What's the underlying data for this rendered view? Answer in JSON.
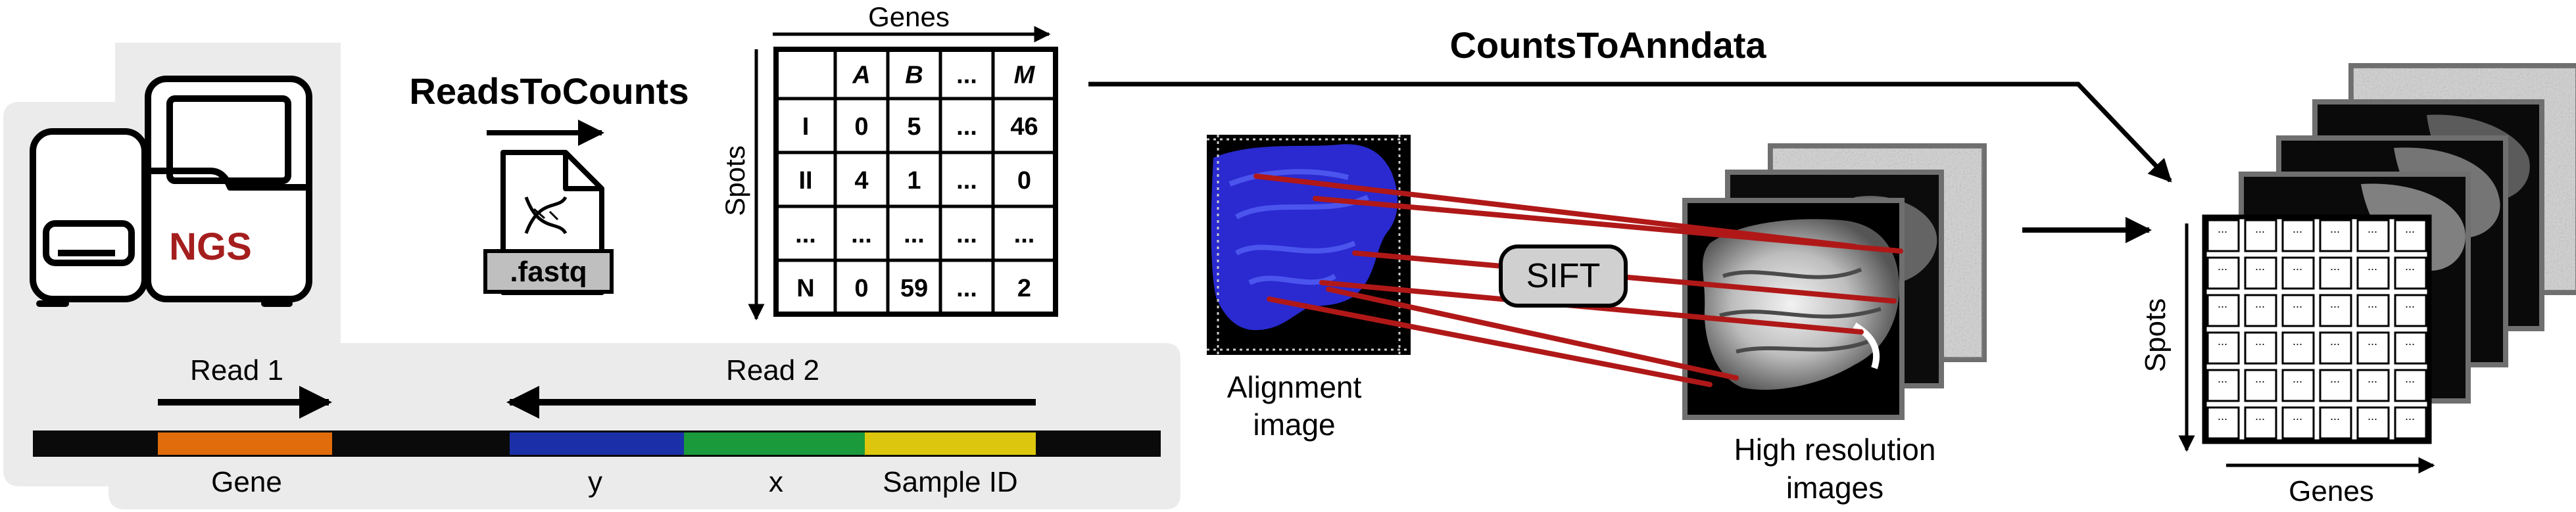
{
  "pipeline": {
    "reads_to_counts": "ReadsToCounts",
    "counts_to_anndata": "CountsToAnndata"
  },
  "sequencer": {
    "label": "NGS"
  },
  "fastq": {
    "label": ".fastq"
  },
  "reads": {
    "read1_label": "Read 1",
    "read2_label": "Read 2",
    "segments": [
      "Gene",
      "y",
      "x",
      "Sample ID"
    ]
  },
  "count_matrix": {
    "top_axis": "Genes",
    "side_axis": "Spots",
    "header": [
      "",
      "A",
      "B",
      "...",
      "M"
    ],
    "rows": [
      [
        "I",
        "0",
        "5",
        "...",
        "46"
      ],
      [
        "II",
        "4",
        "1",
        "...",
        "0"
      ],
      [
        "...",
        "...",
        "...",
        "...",
        "..."
      ],
      [
        "N",
        "0",
        "59",
        "...",
        "2"
      ]
    ]
  },
  "alignment": {
    "label_line1": "Alignment",
    "label_line2": "image"
  },
  "sift": {
    "label": "SIFT"
  },
  "high_res": {
    "label_line1": "High resolution",
    "label_line2": "images"
  },
  "anndata": {
    "side_axis": "Spots",
    "bottom_axis": "Genes",
    "cell": "..."
  },
  "colors": {
    "panel_gray": "#ebebeb",
    "ngs_red": "#a51e1e",
    "gene_orange": "#e06c0c",
    "y_blue": "#1a2fa8",
    "x_green": "#1a9a3a",
    "sample_yellow": "#dcc70e",
    "match_line_red": "#b01818",
    "tissue_blue": "#2a2ad0"
  }
}
